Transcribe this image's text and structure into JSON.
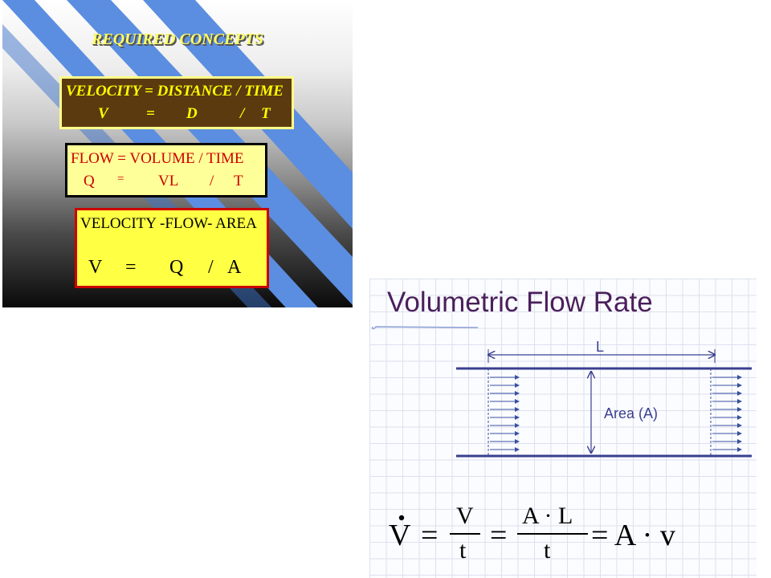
{
  "left_slide": {
    "title": "REQUIRED CONCEPTS",
    "box1": {
      "line1": "VELOCITY = DISTANCE / TIME",
      "tokens": [
        "V",
        "=",
        "D",
        "/",
        "T"
      ]
    },
    "box2": {
      "line1": "FLOW = VOLUME / TIME",
      "tokens": [
        "Q",
        "=",
        "VL",
        "/",
        "T"
      ]
    },
    "box3": {
      "line1": "VELOCITY -FLOW- AREA",
      "tokens": [
        "V",
        "=",
        "Q",
        "/",
        "A"
      ]
    },
    "colors": {
      "stripe": "#5b8ee0",
      "box1_bg": "#5c3a0f",
      "box2_bg": "#ffff99",
      "box3_bg": "#ffff44"
    }
  },
  "diagram": {
    "title": "Volumetric Flow Rate",
    "length_label": "L",
    "area_label": "Area (A)",
    "formula": {
      "lhs": "V",
      "eq1": "=",
      "frac1_num": "V",
      "frac1_den": "t",
      "eq2": "=",
      "frac2_num": "A · L",
      "frac2_den": "t",
      "eq3": "= A · v"
    },
    "colors": {
      "title": "#4a1f5b",
      "pipe": "#3a3f8f",
      "arrows": "#3a4f9f"
    }
  }
}
